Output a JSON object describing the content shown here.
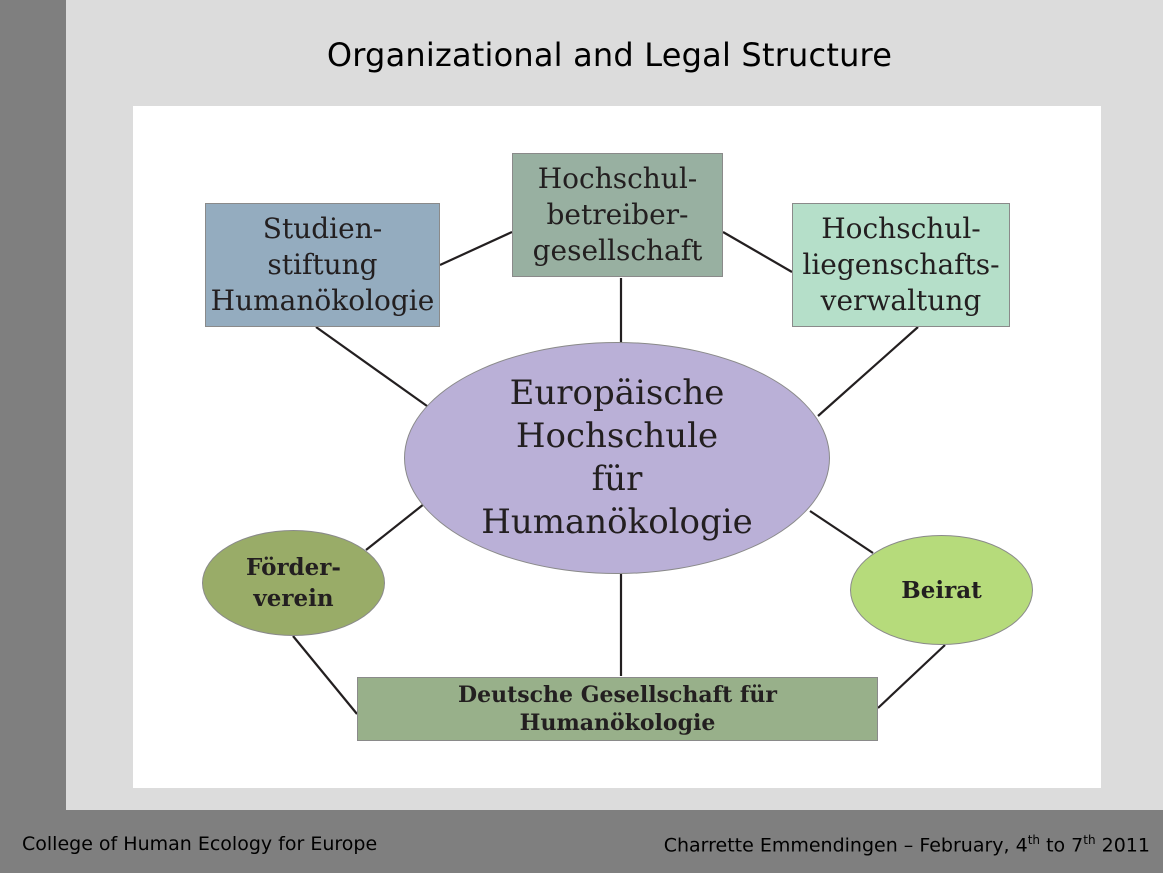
{
  "slide": {
    "title": "Organizational and Legal Structure"
  },
  "diagram": {
    "center": "Europäische Hochschule\nfür\nHumanökologie",
    "nodes": {
      "studienstiftung": "Studien-\nstiftung\nHumanökologie",
      "betreiber": "Hochschul-\nbetreiber-\ngesellschaft",
      "liegenschaft": "Hochschul-\nliegenschafts-\nverwaltung",
      "foerderverein": "Förder-\nverein",
      "beirat": "Beirat",
      "dgh": "Deutsche Gesellschaft für Humanökologie"
    },
    "colors": {
      "studienstiftung": "#94acbf",
      "betreiber": "#98b0a1",
      "liegenschaft": "#b5dfc9",
      "center": "#bab0d7",
      "foerderverein": "#99ac68",
      "beirat": "#b6db7b",
      "dgh": "#98b08a"
    }
  },
  "footer": {
    "left": "College of Human Ecology for Europe",
    "right_prefix": "Charrette Emmendingen – February, 4",
    "right_sup1": "th",
    "right_mid": " to 7",
    "right_sup2": "th",
    "right_suffix": " 2011"
  }
}
